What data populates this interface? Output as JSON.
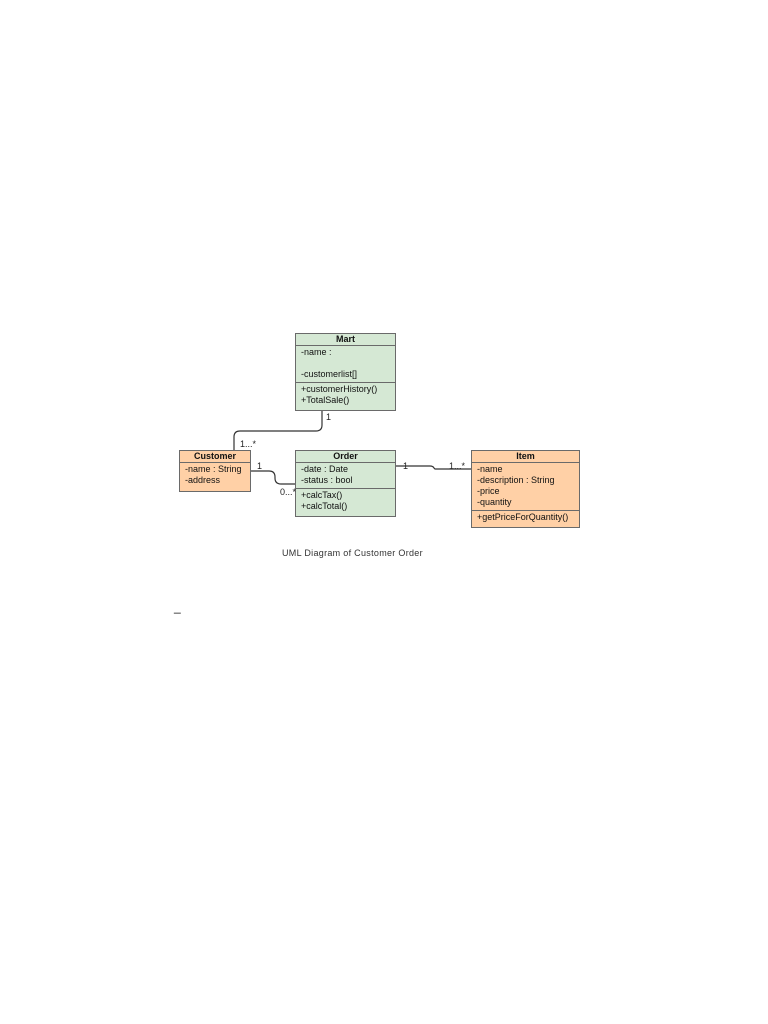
{
  "classes": {
    "mart": {
      "name": "Mart",
      "attributes": [
        "-name :",
        "",
        "-customerlist[]"
      ],
      "operations": [
        "+customerHistory()",
        "+TotalSale()"
      ]
    },
    "customer": {
      "name": "Customer",
      "attributes": [
        "-name : String",
        "-address"
      ],
      "operations": []
    },
    "order": {
      "name": "Order",
      "attributes": [
        "-date : Date",
        "-status : bool"
      ],
      "operations": [
        "+calcTax()",
        "+calcTotal()"
      ]
    },
    "item": {
      "name": "Item",
      "attributes": [
        "-name",
        "-description : String",
        "-price",
        "-quantity"
      ],
      "operations": [
        "+getPriceForQuantity()"
      ]
    }
  },
  "associations": {
    "mart_customer": {
      "mart_end": "1",
      "customer_end": "1...*"
    },
    "customer_order": {
      "customer_end": "1",
      "order_end": "0...*"
    },
    "order_item": {
      "order_end": "1",
      "item_end": "1...*"
    }
  },
  "caption": "UML Diagram of Customer Order",
  "stray_mark": "_",
  "colors": {
    "green_fill": "#d5e8d4",
    "orange_fill": "#ffd0a6",
    "border": "#6a6a6a",
    "connector": "#333333"
  }
}
